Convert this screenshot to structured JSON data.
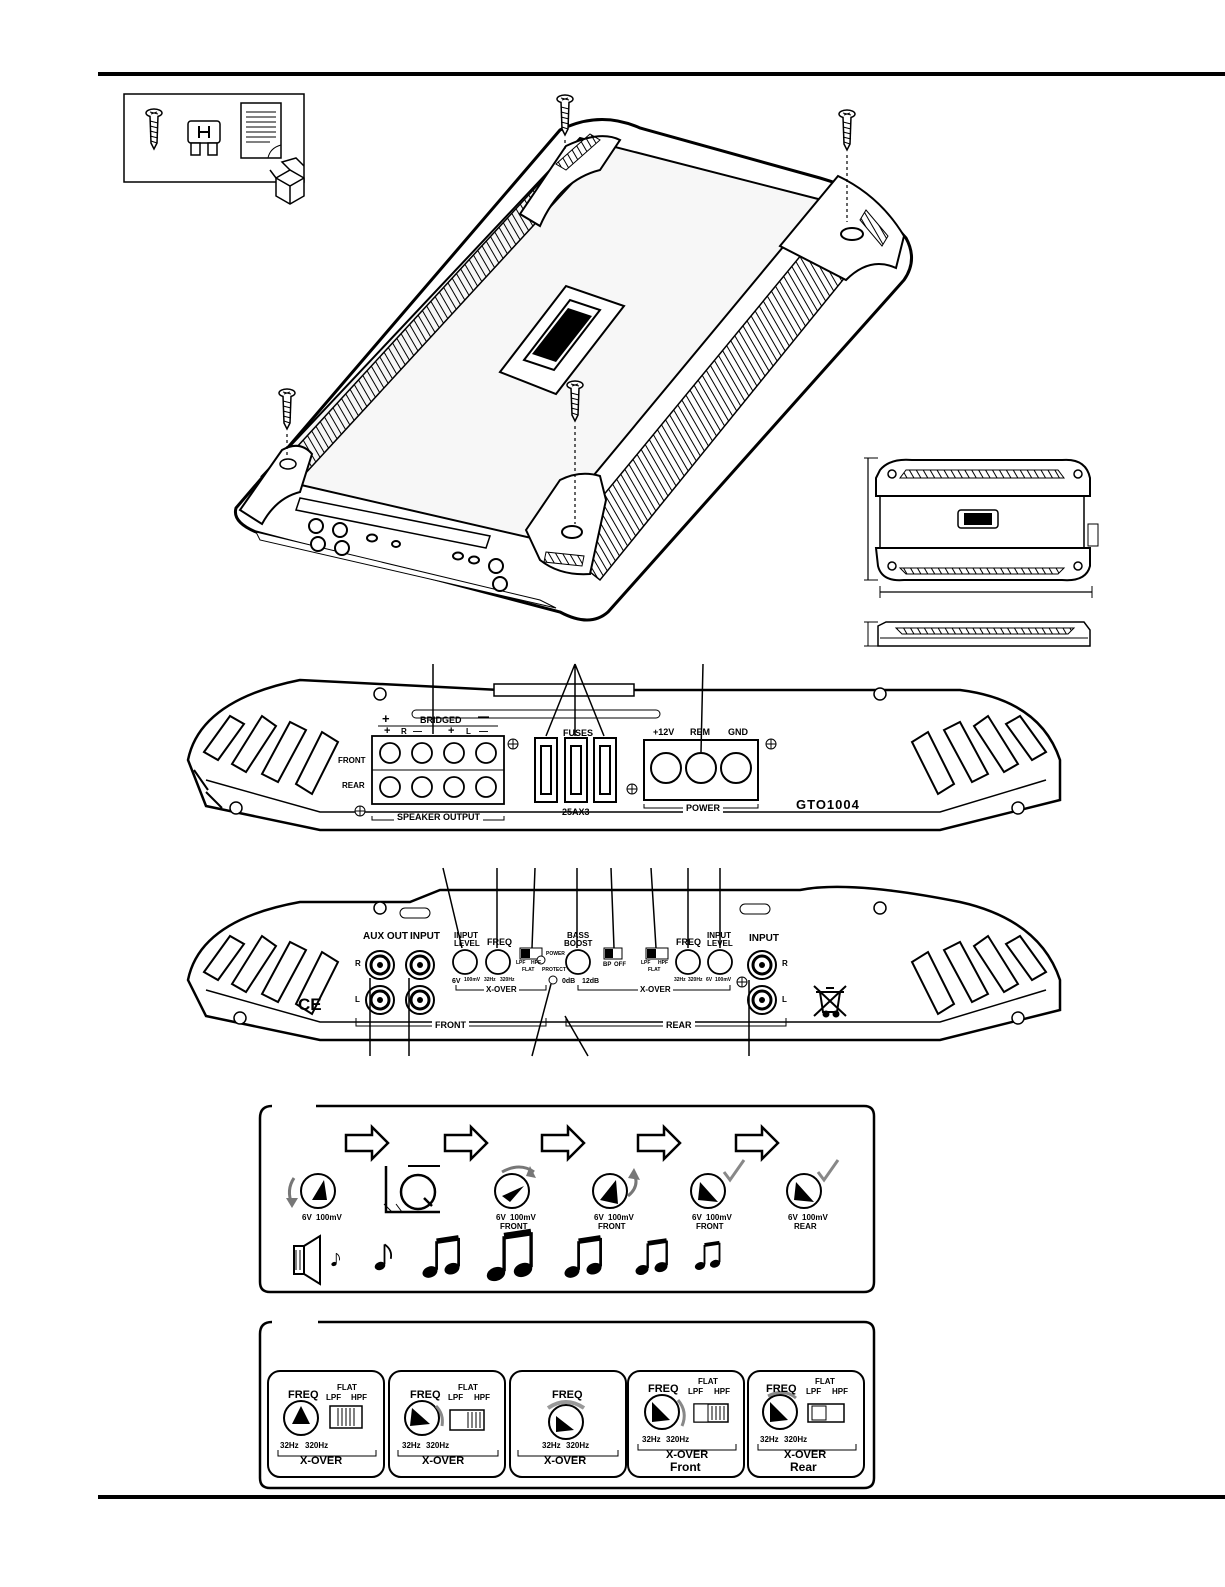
{
  "top_panel": {
    "bridged": "BRIDGED",
    "bridged_plus": "+",
    "bridged_minus": "—",
    "ch_plus_1": "+",
    "ch_R": "R",
    "ch_minus_1": "—",
    "ch_plus_2": "+",
    "ch_L": "L",
    "ch_minus_2": "—",
    "front": "FRONT",
    "rear": "REAR",
    "speaker_output": "SPEAKER OUTPUT",
    "fuses": "FUSES",
    "fuse_rating": "25AX3",
    "plus12v": "+12V",
    "rem": "REM",
    "gnd": "GND",
    "power": "POWER",
    "model": "GTO1004"
  },
  "bottom_panel": {
    "aux_out": "AUX OUT",
    "input": "INPUT",
    "input_rear": "INPUT",
    "input_level": "INPUT",
    "input_level2": "LEVEL",
    "freq": "FREQ",
    "bass_boost": "BASS",
    "bass_boost2": "BOOST",
    "freq_rear": "FREQ",
    "input_level_rear": "INPUT",
    "input_level_rear2": "LEVEL",
    "R": "R",
    "L": "L",
    "ce": "CE",
    "front": "FRONT",
    "rear": "REAR",
    "x_over_front": "X-OVER",
    "x_over_rear": "X-OVER",
    "v6": "6V",
    "mv100": "100mV",
    "hz32": "32Hz",
    "hz320": "320Hz",
    "lpf": "LPF",
    "hpf": "HPF",
    "flat": "FLAT",
    "power": "POWER",
    "protect": "PROTECT",
    "db0": "0dB",
    "db12": "12dB",
    "bp": "BP",
    "off": "OFF",
    "lpf_r": "LPF",
    "hpf_r": "HPF",
    "flat_r": "FLAT",
    "v6_r": "6V",
    "mv100_r": "100mV",
    "hz32_r": "32Hz",
    "hz320_r": "320Hz"
  },
  "gain_steps": {
    "v6": "6V",
    "mv100": "100mV",
    "front": "FRONT",
    "rear": "REAR"
  },
  "xover_steps": {
    "freq": "FREQ",
    "flat": "FLAT",
    "lpf": "LPF",
    "hpf": "HPF",
    "hz32": "32Hz",
    "hz320": "320Hz",
    "xover": "X-OVER",
    "front": "Front",
    "rear": "Rear"
  }
}
